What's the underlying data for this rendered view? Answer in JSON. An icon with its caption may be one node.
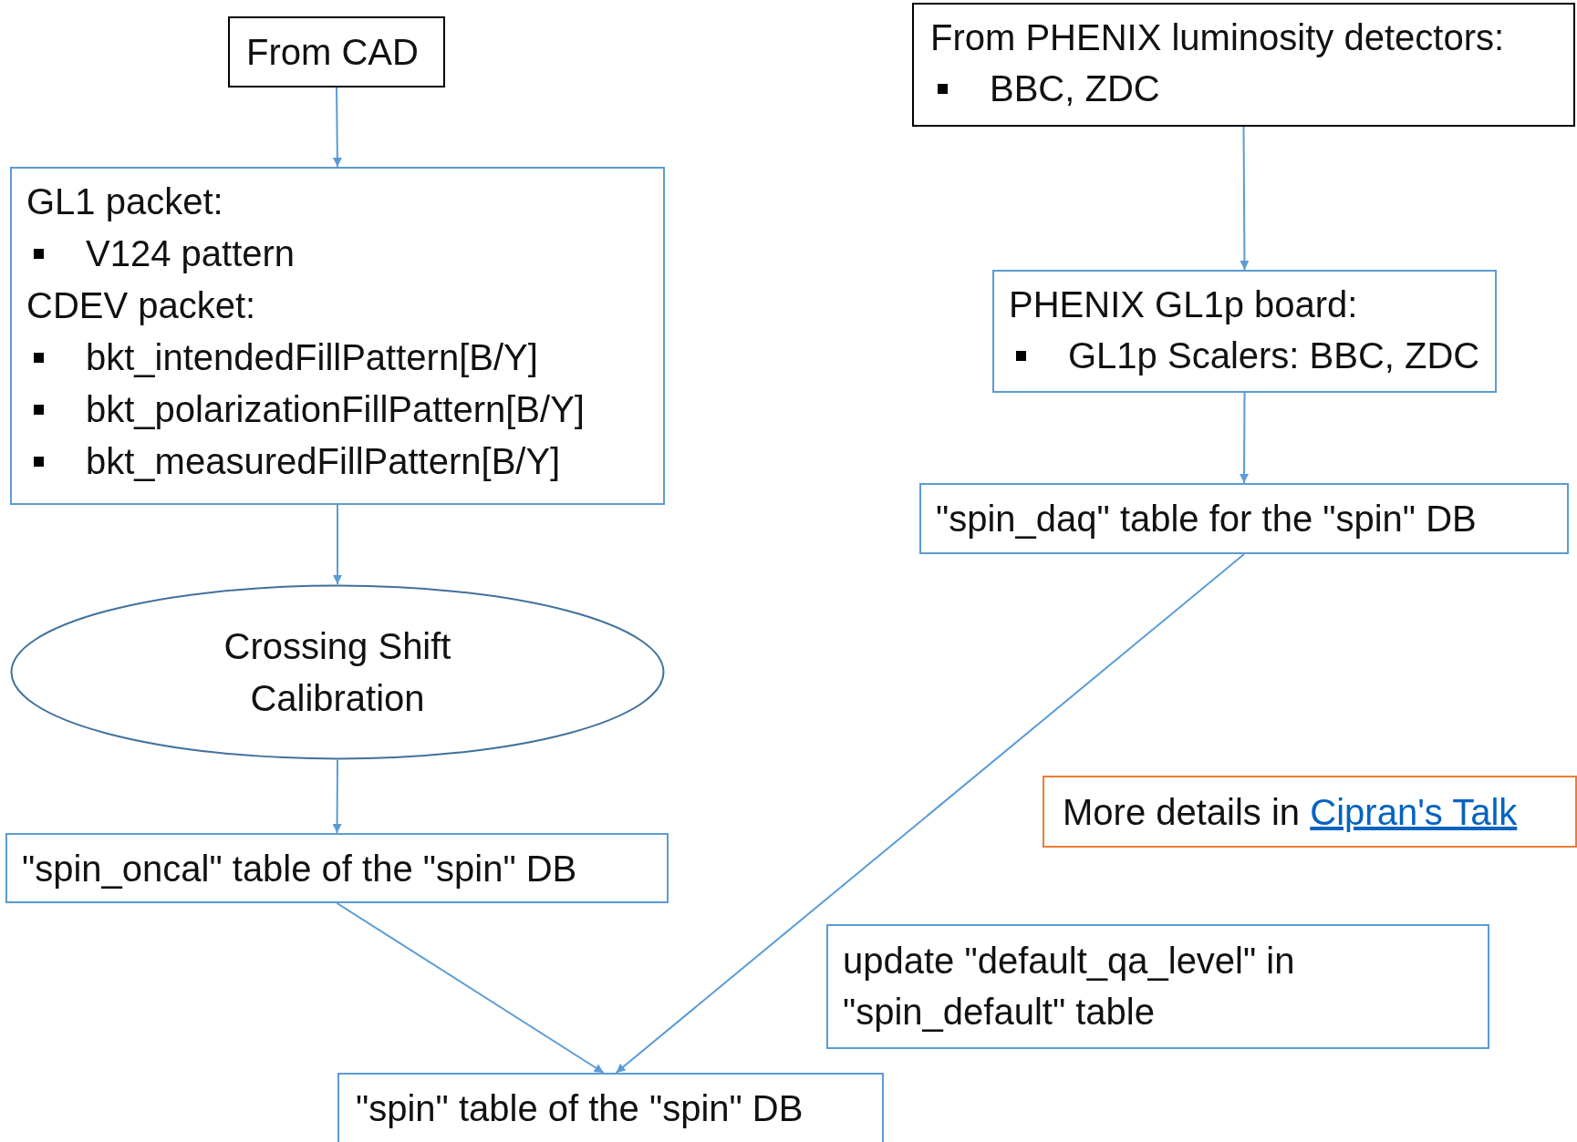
{
  "diagram": {
    "nodes": [
      {
        "text": [
          "From CAD"
        ]
      },
      {
        "text": [
          "GL1 packet:",
          "V124 pattern",
          "CDEV packet:",
          "bkt_intendedFillPattern[B/Y]",
          "bkt_polarizationFillPattern[B/Y]",
          "bkt_measuredFillPattern[B/Y]"
        ]
      },
      {
        "text": [
          "Crossing Shift Calibration"
        ]
      },
      {
        "text": [
          "\"spin_oncal\" table of the \"spin\" DB"
        ]
      },
      {
        "text": [
          "\"spin\" table of the \"spin\" DB"
        ]
      },
      {
        "text": [
          "From PHENIX luminosity detectors:",
          "BBC, ZDC"
        ]
      },
      {
        "text": [
          "PHENIX GL1p board:",
          "GL1p Scalers: BBC, ZDC"
        ]
      },
      {
        "text": [
          "\"spin_daq\" table for the \"spin\" DB"
        ]
      },
      {
        "text": [
          "More details in",
          "Cipran's Talk"
        ]
      },
      {
        "text": [
          "update \"default_qa_level\" in \"spin_default\" table"
        ]
      }
    ],
    "edges": [
      {
        "from": 0,
        "to": 1,
        "arrow": "to"
      },
      {
        "from": 1,
        "to": 2,
        "arrow": "to"
      },
      {
        "from": 2,
        "to": 3,
        "arrow": "to"
      },
      {
        "from": 3,
        "to": 4,
        "arrow": "to"
      },
      {
        "from": 5,
        "to": 6,
        "arrow": "to"
      },
      {
        "from": 6,
        "to": 7,
        "arrow": "to"
      },
      {
        "from": 7,
        "to": 4,
        "arrow": "to"
      }
    ]
  }
}
